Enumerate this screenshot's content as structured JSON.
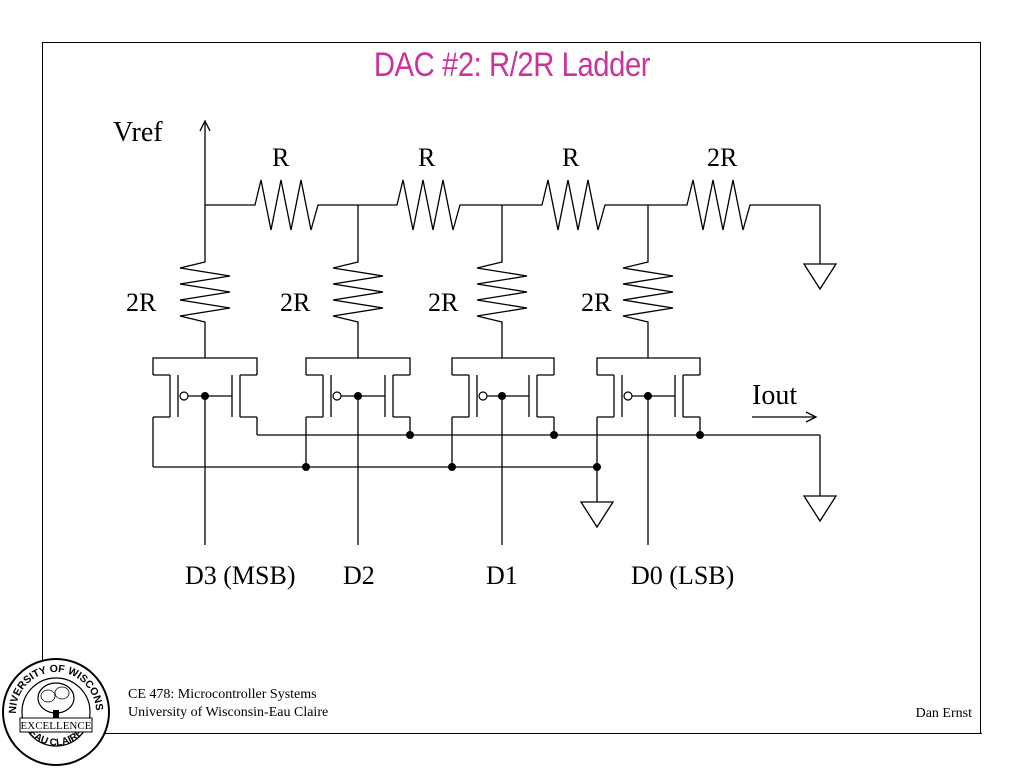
{
  "slide": {
    "title": "DAC #2: R/2R Ladder"
  },
  "circuit": {
    "vref_label": "Vref",
    "iout_label": "Iout",
    "series_resistors": [
      "R",
      "R",
      "R",
      "2R"
    ],
    "shunt_resistors": [
      "2R",
      "2R",
      "2R",
      "2R"
    ],
    "digital_inputs": [
      "D3 (MSB)",
      "D2",
      "D1",
      "D0 (LSB)"
    ]
  },
  "footer": {
    "course": "CE 478: Microcontroller Systems",
    "university": "University of Wisconsin-Eau Claire",
    "author": "Dan Ernst"
  },
  "logo": {
    "top_text": "UNIVERSITY OF WISCONSIN",
    "center_text": "EXCELLENCE",
    "bottom_text": "EAU CLAIRE"
  },
  "colors": {
    "title": "#cc3399",
    "line": "#000000"
  }
}
